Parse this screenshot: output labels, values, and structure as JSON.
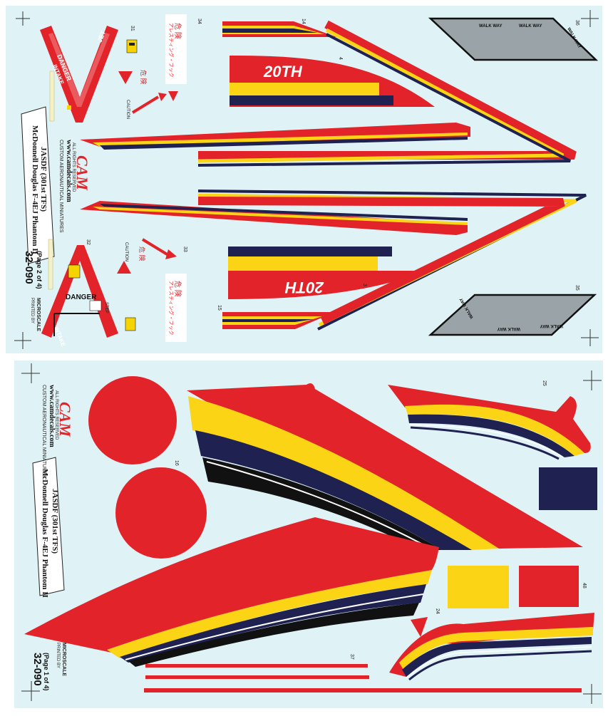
{
  "colors": {
    "sheet": "#dff3f6",
    "red": "#e2242a",
    "yellow": "#fbd416",
    "navy": "#1f2150",
    "black": "#111111",
    "grey": "#9aa3a8",
    "white": "#ffffff"
  },
  "sheet2": {
    "part_number": "32-090",
    "page": "(Page 2 of 4)",
    "printer": "MICROSCALE",
    "printed_by": "PRINTED BY",
    "title_line1": "McDonnell Douglas F-4EJ Phantom II",
    "title_line2": "JASDF (301st TFS)",
    "brand": "CAM",
    "website": "www.camdecals.com",
    "rights": "ALL RIGHTS RESERVED",
    "brand_sub": "CUSTOM AERONAUTICAL MINIATURES",
    "insignia_top": "20TH",
    "insignia_bottom": "20TH",
    "danger": "DANGER",
    "jet": "JET",
    "intake": "INTAKE",
    "danger_kanji": "危 険",
    "caution": "CAUTION",
    "walk_way": "WALK WAY",
    "katakana_top": "アレスティング・フック",
    "katakana_bottom": "アレスティング・フック",
    "step": "STEP",
    "numbers": {
      "n3": "3",
      "n4": "4",
      "n14": "14",
      "n15": "15",
      "n31": "31",
      "n32": "32",
      "n33": "33",
      "n34": "34",
      "n35": "35",
      "n36": "36"
    }
  },
  "sheet1": {
    "part_number": "32-090",
    "page": "(Page 1 of 4)",
    "printer": "MICROSCALE",
    "printed_by": "PRINTED BY",
    "title_line1": "McDonnell Douglas F-4EJ Phantom II",
    "title_line2": "JASDF (301st TFS)",
    "brand": "CAM",
    "website": "www.camdecals.com",
    "rights": "ALL RIGHTS RESERVED",
    "brand_sub": "CUSTOM AERONAUTICAL MINIATURES",
    "numbers": {
      "n16": "16",
      "n24": "24",
      "n25": "25",
      "n37": "37",
      "n48": "48"
    }
  }
}
